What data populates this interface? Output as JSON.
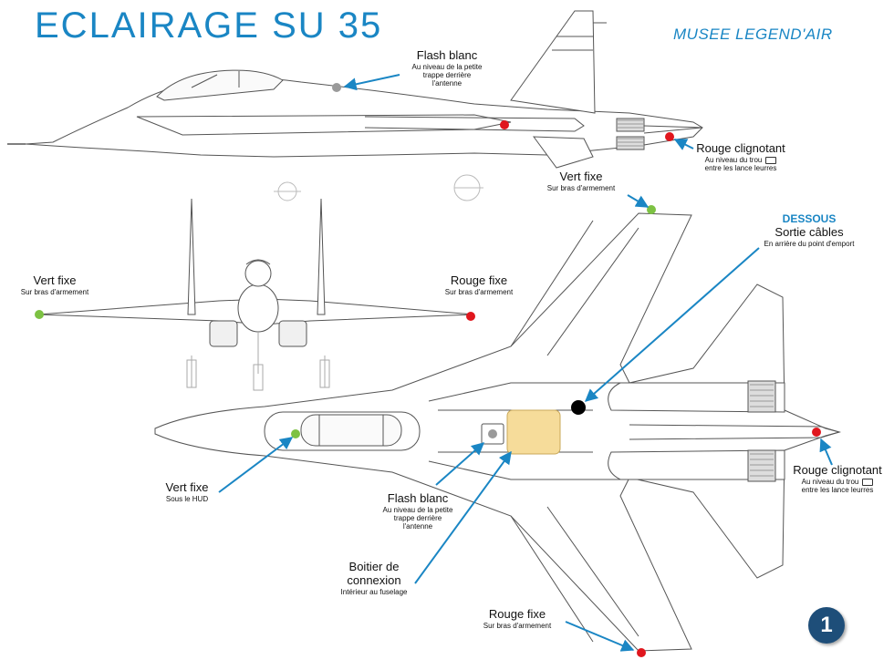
{
  "title": "ECLAIRAGE SU 35",
  "brand": "MUSEE LEGEND'AIR",
  "page_number": "1",
  "colors": {
    "accent": "#1a86c4",
    "green_light": "#7dc243",
    "red_light": "#e0161d",
    "white_flash": "#9a9a9a",
    "connector_box": "#f6dc9a",
    "cable_exit": "#000000",
    "badge": "#1e4e79"
  },
  "labels": {
    "side_flash": {
      "title": "Flash blanc",
      "line1": "Au niveau de la petite",
      "line2": "trappe derrière",
      "line3": "l'antenne"
    },
    "side_red": {
      "title": "Rouge clignotant",
      "line1": "Au niveau du trou",
      "line2": "entre les lance leurres"
    },
    "top_green_wing": {
      "title": "Vert fixe",
      "sub": "Sur bras d'armement"
    },
    "dessous": {
      "heading": "DESSOUS",
      "title": "Sortie câbles",
      "sub": "En arrière du point d'emport"
    },
    "front_green": {
      "title": "Vert fixe",
      "sub": "Sur bras d'armement"
    },
    "front_red": {
      "title": "Rouge fixe",
      "sub": "Sur bras d'armement"
    },
    "bottom_green_hud": {
      "title": "Vert fixe",
      "sub": "Sous le HUD"
    },
    "bottom_flash": {
      "title": "Flash blanc",
      "line1": "Au niveau de la petite",
      "line2": "trappe derrière",
      "line3": "l'antenne"
    },
    "connector": {
      "title1": "Boitier de",
      "title2": "connexion",
      "sub": "Intérieur au fuselage"
    },
    "bottom_red_wing": {
      "title": "Rouge fixe",
      "sub": "Sur bras d'armement"
    },
    "tail_red": {
      "title": "Rouge clignotant",
      "line1": "Au niveau du trou",
      "line2": "entre les lance leurres"
    }
  }
}
